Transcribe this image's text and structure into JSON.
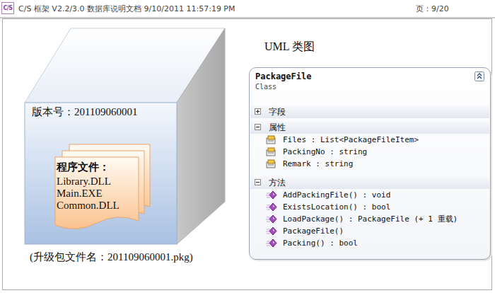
{
  "diagram": {
    "title": "UML 类图",
    "nodes": [
      {
        "text": [
          "版本号：201109060001"
        ]
      },
      {
        "text": [
          "程序文件：",
          "Library.DLL Main.EXE Common.DLL"
        ],
        "in": 0
      },
      {
        "text": [
          "PackageFile",
          "Class"
        ]
      },
      {
        "text": [
          "字段"
        ],
        "in": 2
      },
      {
        "text": [
          "属性",
          "Files : List<PackageFileItem>",
          "PackingNo : string",
          "Remark : string"
        ],
        "in": 2
      },
      {
        "text": [
          "方法",
          "AddPackingFile() : void",
          "ExistsLocation() : bool",
          "LoadPackage() : PackageFile (+ 1 重载)",
          "PackageFile()",
          "Packing() : bool"
        ],
        "in": 2
      }
    ],
    "labels": [
      "C/S",
      "C/S 框架 V2.2/3.0 数据库说明文档 9/10/2011 11:57:19 PM",
      "页：9/20",
      "(升级包文件名：201109060001.pkg)"
    ]
  }
}
